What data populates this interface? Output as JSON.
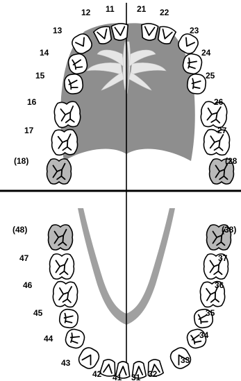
{
  "colors": {
    "palate": "#8e8e8e",
    "rugae": "#e6e6e6",
    "lower_arch": "#a0a0a0",
    "tooth_fill": "#ffffff",
    "unerupted_fill": "#b8b8b8",
    "outline": "#000000"
  },
  "upper_jaw": {
    "teeth": [
      {
        "id": "12",
        "label": "12",
        "type": "incisor",
        "shaded": false
      },
      {
        "id": "11",
        "label": "11",
        "type": "incisor",
        "shaded": false
      },
      {
        "id": "21",
        "label": "21",
        "type": "incisor",
        "shaded": false
      },
      {
        "id": "22",
        "label": "22",
        "type": "incisor",
        "shaded": false
      },
      {
        "id": "13",
        "label": "13",
        "type": "canine",
        "shaded": false
      },
      {
        "id": "23",
        "label": "23",
        "type": "canine",
        "shaded": false
      },
      {
        "id": "14",
        "label": "14",
        "type": "premolar",
        "shaded": false
      },
      {
        "id": "24",
        "label": "24",
        "type": "premolar",
        "shaded": false
      },
      {
        "id": "15",
        "label": "15",
        "type": "premolar",
        "shaded": false
      },
      {
        "id": "25",
        "label": "25",
        "type": "premolar",
        "shaded": false
      },
      {
        "id": "16",
        "label": "16",
        "type": "molar",
        "shaded": false
      },
      {
        "id": "26",
        "label": "26",
        "type": "molar",
        "shaded": false
      },
      {
        "id": "17",
        "label": "17",
        "type": "molar",
        "shaded": false
      },
      {
        "id": "27",
        "label": "27",
        "type": "molar",
        "shaded": false
      },
      {
        "id": "18",
        "label": "(18)",
        "type": "molar",
        "shaded": true
      },
      {
        "id": "28",
        "label": "(28",
        "type": "molar",
        "shaded": true
      }
    ]
  },
  "lower_jaw": {
    "teeth": [
      {
        "id": "48",
        "label": "(48)",
        "type": "molar",
        "shaded": true
      },
      {
        "id": "38",
        "label": "(38)",
        "type": "molar",
        "shaded": true
      },
      {
        "id": "47",
        "label": "47",
        "type": "molar",
        "shaded": false
      },
      {
        "id": "37",
        "label": "37",
        "type": "molar",
        "shaded": false
      },
      {
        "id": "46",
        "label": "46",
        "type": "molar",
        "shaded": false
      },
      {
        "id": "36",
        "label": "36",
        "type": "molar",
        "shaded": false
      },
      {
        "id": "45",
        "label": "45",
        "type": "premolar",
        "shaded": false
      },
      {
        "id": "35",
        "label": "35",
        "type": "premolar",
        "shaded": false
      },
      {
        "id": "44",
        "label": "44",
        "type": "premolar",
        "shaded": false
      },
      {
        "id": "34",
        "label": "34",
        "type": "premolar",
        "shaded": false
      },
      {
        "id": "43",
        "label": "43",
        "type": "canine",
        "shaded": false
      },
      {
        "id": "33",
        "label": "33",
        "type": "canine",
        "shaded": false
      },
      {
        "id": "42",
        "label": "42",
        "type": "incisor",
        "shaded": false
      },
      {
        "id": "41",
        "label": "41",
        "type": "incisor",
        "shaded": false
      },
      {
        "id": "31",
        "label": "31",
        "type": "incisor",
        "shaded": false
      },
      {
        "id": "32",
        "label": "32",
        "type": "incisor",
        "shaded": false
      }
    ]
  }
}
